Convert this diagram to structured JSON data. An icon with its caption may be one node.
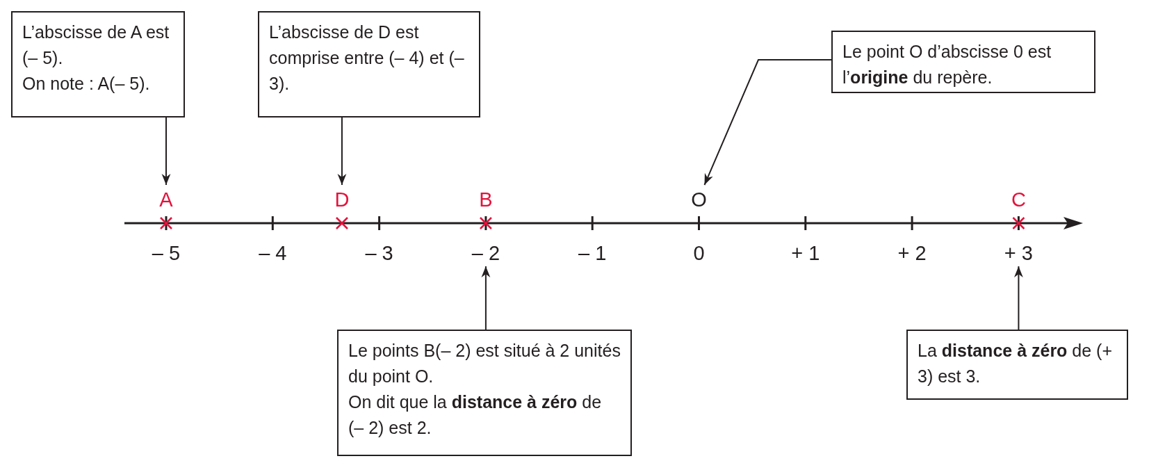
{
  "diagram": {
    "nodes": [
      {
        "text": [
          "L’abscisse de A est (– 5).",
          "On note : A(– 5)."
        ]
      },
      {
        "text": [
          "L’abscisse de D est comprise entre (– 4) et (– 3)."
        ]
      },
      {
        "text": [
          "Le point O d’abscisse 0 est l’**origine** du repère."
        ]
      },
      {
        "text": [
          "A"
        ]
      },
      {
        "text": [
          "D"
        ]
      },
      {
        "text": [
          "O"
        ]
      },
      {
        "text": [
          "– 2"
        ]
      },
      {
        "text": [
          "+ 3"
        ]
      },
      {
        "text": [
          "Le points B(– 2) est situé à 2 unités du point O.",
          "On dit que la **distance à zéro** de (– 2) est 2."
        ]
      },
      {
        "text": [
          "La **distance à zéro** de (+ 3) est 3."
        ]
      }
    ],
    "edges": [
      {
        "from": 0,
        "to": 3,
        "arrow": "to"
      },
      {
        "from": 1,
        "to": 4,
        "arrow": "to"
      },
      {
        "from": 2,
        "to": 5,
        "arrow": "to"
      },
      {
        "from": 8,
        "to": 6,
        "arrow": "to"
      },
      {
        "from": 9,
        "to": 7,
        "arrow": "to"
      }
    ],
    "labels": [
      "B",
      "C",
      "– 5",
      "– 4",
      "– 3",
      "– 1",
      "0",
      "+ 1",
      "+ 2"
    ]
  }
}
